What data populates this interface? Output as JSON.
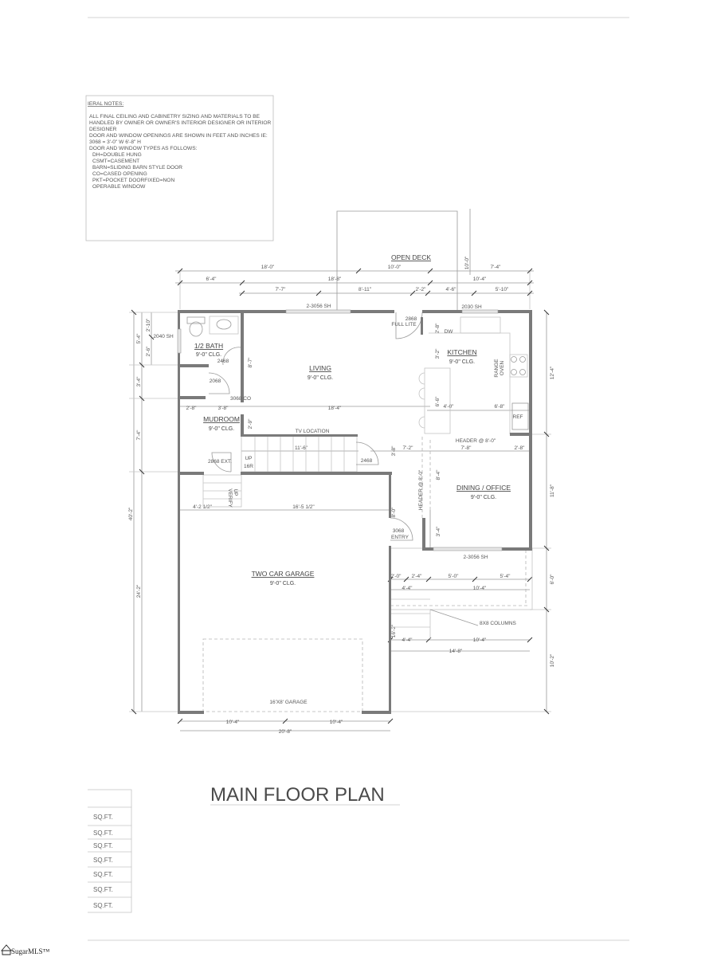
{
  "notes": {
    "heading": "IERAL NOTES:",
    "lines": [
      "ALL FINAL CEILING AND CABINETRY SIZING AND MATERIALS TO BE",
      "HANDLED BY OWNER OR OWNER'S INTERIOR DESIGNER OR INTERIOR",
      "DESIGNER",
      "DOOR AND WINDOW OPENINGS ARE SHOWN IN FEET AND INCHES IE:",
      "3068 = 3'-0\" W 6'-8\" H",
      "DOOR AND WINDOW TYPES AS FOLLOWS:",
      "DH=DOUBLE HUNG",
      "CSMT=CASEMENT",
      "BARN=SLIDING BARN STYLE DOOR",
      "CO=CASED OPENING",
      "PKT=POCKET DOORFIXED=NON",
      "OPERABLE WINDOW"
    ]
  },
  "rooms": {
    "bath": {
      "name": "1/2 BATH",
      "clg": "9'-0\" CLG."
    },
    "living": {
      "name": "LIVING",
      "clg": "9'-0\" CLG."
    },
    "kitchen": {
      "name": "KITCHEN",
      "clg": "9'-0\" CLG."
    },
    "mudroom": {
      "name": "MUDROOM",
      "clg": "9'-0\" CLG."
    },
    "dining": {
      "name": "DINING / OFFICE",
      "clg": "9'-0\" CLG."
    },
    "garage": {
      "name": "TWO CAR GARAGE",
      "clg": "9'-0\" CLG."
    },
    "deck": {
      "name": "OPEN DECK"
    }
  },
  "annotations": {
    "win_living": "2-3056 SH",
    "door_full_lite_1": "2868",
    "door_full_lite_2": "FULL LITE",
    "win_kitchen": "2030 SH",
    "dw": "DW",
    "range_1": "RANGE",
    "range_2": "OVEN",
    "ref": "REF",
    "win_bath": "2040 SH",
    "door_bath": "2468",
    "door_closet": "2068",
    "cased_opening": "3068 CO",
    "tv": "TV LOCATION",
    "stair_up": "UP",
    "stair_risers": "16R",
    "door_ext": "2868 EXT.",
    "door_stair": "2468",
    "header_h": "HEADER @ 8'-0\"",
    "header_v": "HEADER @ 8'-0\"",
    "garage_stair_up": "UP",
    "garage_stair_verify": "VERIFY",
    "entry_1": "3068",
    "entry_2": "ENTRY",
    "win_dining": "2-3056 SH",
    "columns": "8X8 COLUMNS",
    "garage_door": "16'X8' GARAGE"
  },
  "dimensions": {
    "top_a": [
      "18'-0\"",
      "10'-0\"",
      "7'-4\""
    ],
    "top_b": [
      "6'-4\"",
      "18'-8\"",
      "10'-4\""
    ],
    "top_c": [
      "7'-7\"",
      "8'-11\"",
      "2'-2\"",
      "4'-6\"",
      "5'-10\""
    ],
    "deck_depth": "10'-0\"",
    "left_total": "40'-2\"",
    "left_a": [
      "5'-4\"",
      "3'-4\"",
      "7'-4\"",
      "24'-2\""
    ],
    "left_b": [
      "2'-10\"",
      "2'-6\""
    ],
    "right": [
      "12'-4\"",
      "11'-8\"",
      "6'-0\"",
      "10'-2\""
    ],
    "bath_wall": "8'-7\"",
    "mud_row": [
      "2'-8\"",
      "3'-8\"",
      "18'-4\""
    ],
    "mud_v": "2'-9\"",
    "stair": "11'-6\"",
    "stair_row": [
      "3'-8\"",
      "7'-2\"",
      "7'-8\"",
      "2'-8\""
    ],
    "kitchen_v": [
      "2'-8\"",
      "3'-2\"",
      "6'-6\""
    ],
    "kitchen_row": [
      "4'-0\"",
      "6'-8\""
    ],
    "dining_v": [
      "8'-4\"",
      "3'-4\""
    ],
    "garage_row": [
      "4'-2 1/2\"",
      "16'-5 1/2\""
    ],
    "entry_v": "8'-0\"",
    "porch_row1": [
      "2'-0\"",
      "2'-4\"",
      "5'-0\"",
      "5'-4\""
    ],
    "porch_row2": [
      "4'-4\"",
      "10'-4\""
    ],
    "porch_row3": [
      "4'-4\"",
      "10'-4\""
    ],
    "porch_total": "14'-8\"",
    "porch_v": "16'-2\"",
    "bottom_a": [
      "10'-4\"",
      "10'-4\""
    ],
    "bottom_total": "20'-8\""
  },
  "title": "MAIN FLOOR PLAN",
  "area_table": {
    "rows": [
      "SQ.FT.",
      "SQ.FT.",
      "SQ.FT.",
      "SQ.FT.",
      "SQ.FT.",
      "SQ.FT.",
      "SQ.FT."
    ]
  },
  "watermark": "SugarMLS™"
}
